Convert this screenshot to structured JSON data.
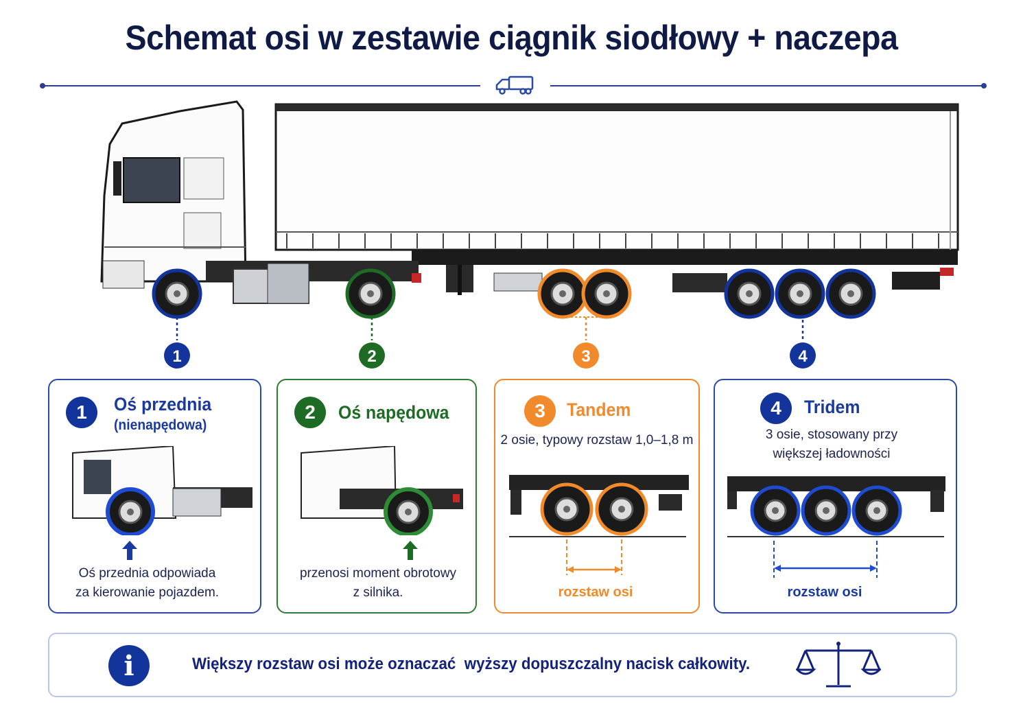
{
  "title": "Schemat osi w zestawie ciągnik siodłowy + naczepa",
  "axle_markers": [
    "1",
    "2",
    "3",
    "4"
  ],
  "colors": {
    "blue": "#13349b",
    "green": "#1e6b25",
    "orange": "#f08a2b",
    "navy": "#0f1b45"
  },
  "cards": [
    {
      "num": "1",
      "title": "Oś przednia",
      "subtitle": "(nienapędowa)",
      "desc_line1": "Oś przednia odpowiada",
      "desc_line2": "za kierowanie pojazdem."
    },
    {
      "num": "2",
      "title": "Oś napędowa",
      "desc_line1": "przenosi moment obrotowy",
      "desc_line2": "z silnika."
    },
    {
      "num": "3",
      "title": "Tandem",
      "desc_line1": "2 osie, typowy rozstaw 1,0–1,8 m",
      "caption": "rozstaw osi"
    },
    {
      "num": "4",
      "title": "Tridem",
      "desc_line1": "3 osie, stosowany przy",
      "desc_line2": "większej ładowności",
      "caption": "rozstaw osi"
    }
  ],
  "info": {
    "icon": "info-icon",
    "text": "Większy rozstaw osi może oznaczać  wyższy dopuszczalny nacisk całkowity.",
    "side_icon": "scales-icon"
  }
}
